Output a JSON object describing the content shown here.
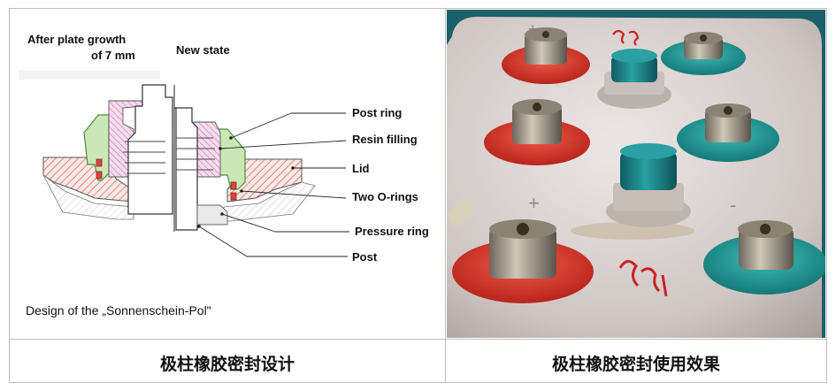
{
  "left_panel": {
    "heading_growth_line1": "After plate growth",
    "heading_growth_line2": "of 7 mm",
    "heading_new": "New state",
    "labels": [
      "Post ring",
      "Resin filling",
      "Lid",
      "Two O-rings",
      "Pressure ring",
      "Post"
    ],
    "design_caption": "Design of the „Sonnenschein-Pol\"",
    "colors": {
      "hatch_red": "#d9453a",
      "hatch_pink": "#c46aa8",
      "ring_green": "#6fbf6a",
      "lid_fill": "#f3e4d8"
    }
  },
  "right_panel": {
    "markings": [
      "+",
      "-",
      "+"
    ],
    "colors": {
      "red_washer": "#d83a30",
      "teal_washer": "#1f9a98",
      "lid": "#d8d0cc",
      "cap": "#1b7f83"
    }
  },
  "captions": {
    "left": "极柱橡胶密封设计",
    "right": "极柱橡胶密封使用效果"
  }
}
